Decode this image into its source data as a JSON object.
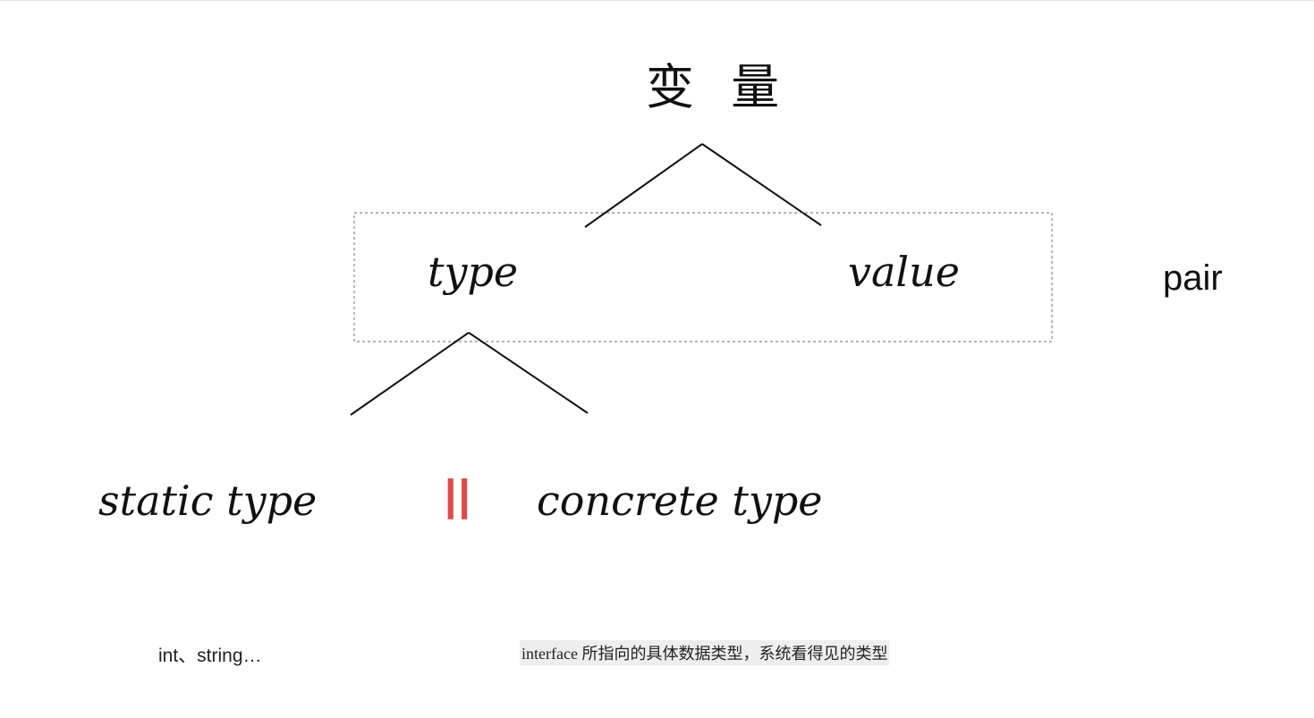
{
  "diagram": {
    "root": "变 量",
    "pair_box": {
      "left_node": "type",
      "right_node": "value",
      "label": "pair"
    },
    "type_children": {
      "left": "static type",
      "separator": "||",
      "right": "concrete type"
    },
    "descriptions": {
      "static": "int、string…",
      "concrete": "interface 所指向的具体数据类型，系统看得见的类型"
    },
    "colors": {
      "separator": "#e14a4a",
      "text": "#111111",
      "box_border": "#888888"
    }
  }
}
